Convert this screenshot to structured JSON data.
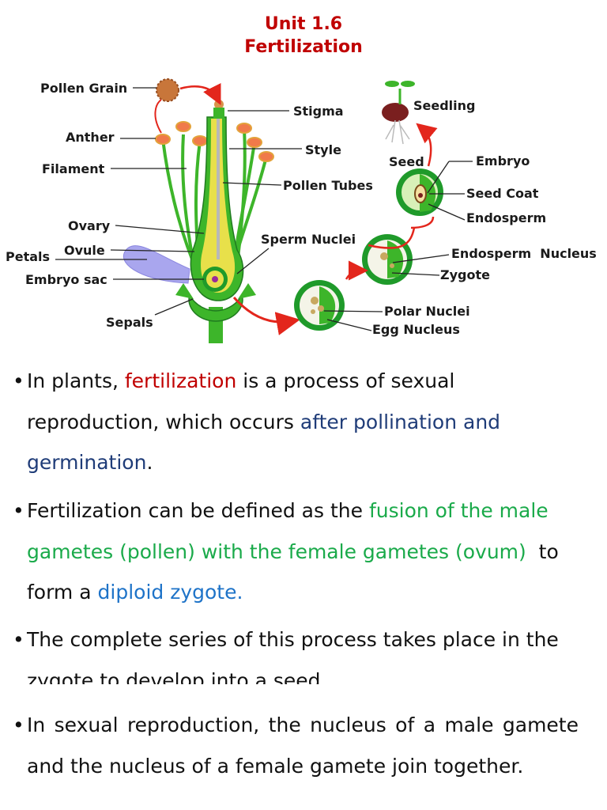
{
  "header": {
    "title": "Unit 1.6",
    "subtitle": "Fertilization"
  },
  "diagram": {
    "labels": {
      "pollen_grain": "Pollen Grain",
      "anther": "Anther",
      "filament": "Filament",
      "ovary": "Ovary",
      "ovule": "Ovule",
      "petals": "Petals",
      "embryo_sac": "Embryo sac",
      "sepals": "Sepals",
      "stigma": "Stigma",
      "style": "Style",
      "pollen_tubes": "Pollen Tubes",
      "sperm_nuclei": "Sperm Nuclei",
      "seedling": "Seedling",
      "seed": "Seed",
      "embryo": "Embryo",
      "seed_coat": "Seed Coat",
      "endosperm": "Endosperm",
      "endosperm_nucleus": "Endosperm  Nucleus",
      "zygote": "Zygote",
      "polar_nuclei": "Polar Nuclei",
      "egg_nucleus": "Egg Nucleus"
    },
    "colors": {
      "stem_green": "#3db52a",
      "dark_green": "#1f7a1f",
      "ovary_yellow": "#e8e04a",
      "petal_purple": "#a9a6ee",
      "anther_orange": "#f07a4a",
      "arrow_red": "#e3261c",
      "seed_brown": "#7a1f1f"
    }
  },
  "bullets": [
    {
      "mark": "•",
      "parts": [
        {
          "text": "In plants, ",
          "color": "default"
        },
        {
          "text": "fertilization",
          "color": "red"
        },
        {
          "text": " is a process of sexual reproduction, which occurs ",
          "color": "default"
        },
        {
          "text": "after pollination and germination",
          "color": "navy"
        },
        {
          "text": ".",
          "color": "default"
        }
      ]
    },
    {
      "mark": "•",
      "parts": [
        {
          "text": "Fertilization can be defined as the ",
          "color": "default"
        },
        {
          "text": "fusion of the male gametes (pollen) with the female gametes (ovum)",
          "color": "green"
        },
        {
          "text": "  to form a ",
          "color": "default"
        },
        {
          "text": "diploid zygote.",
          "color": "blue"
        }
      ]
    },
    {
      "mark": "•",
      "parts": [
        {
          "text": "The complete series of this process takes place in the zygote to develop into a seed.",
          "color": "default"
        }
      ]
    },
    {
      "mark": "•",
      "parts": [
        {
          "text": "In sexual reproduction, the nucleus of a male gamete and the nucleus of a female gamete join together.",
          "color": "default"
        }
      ]
    }
  ]
}
